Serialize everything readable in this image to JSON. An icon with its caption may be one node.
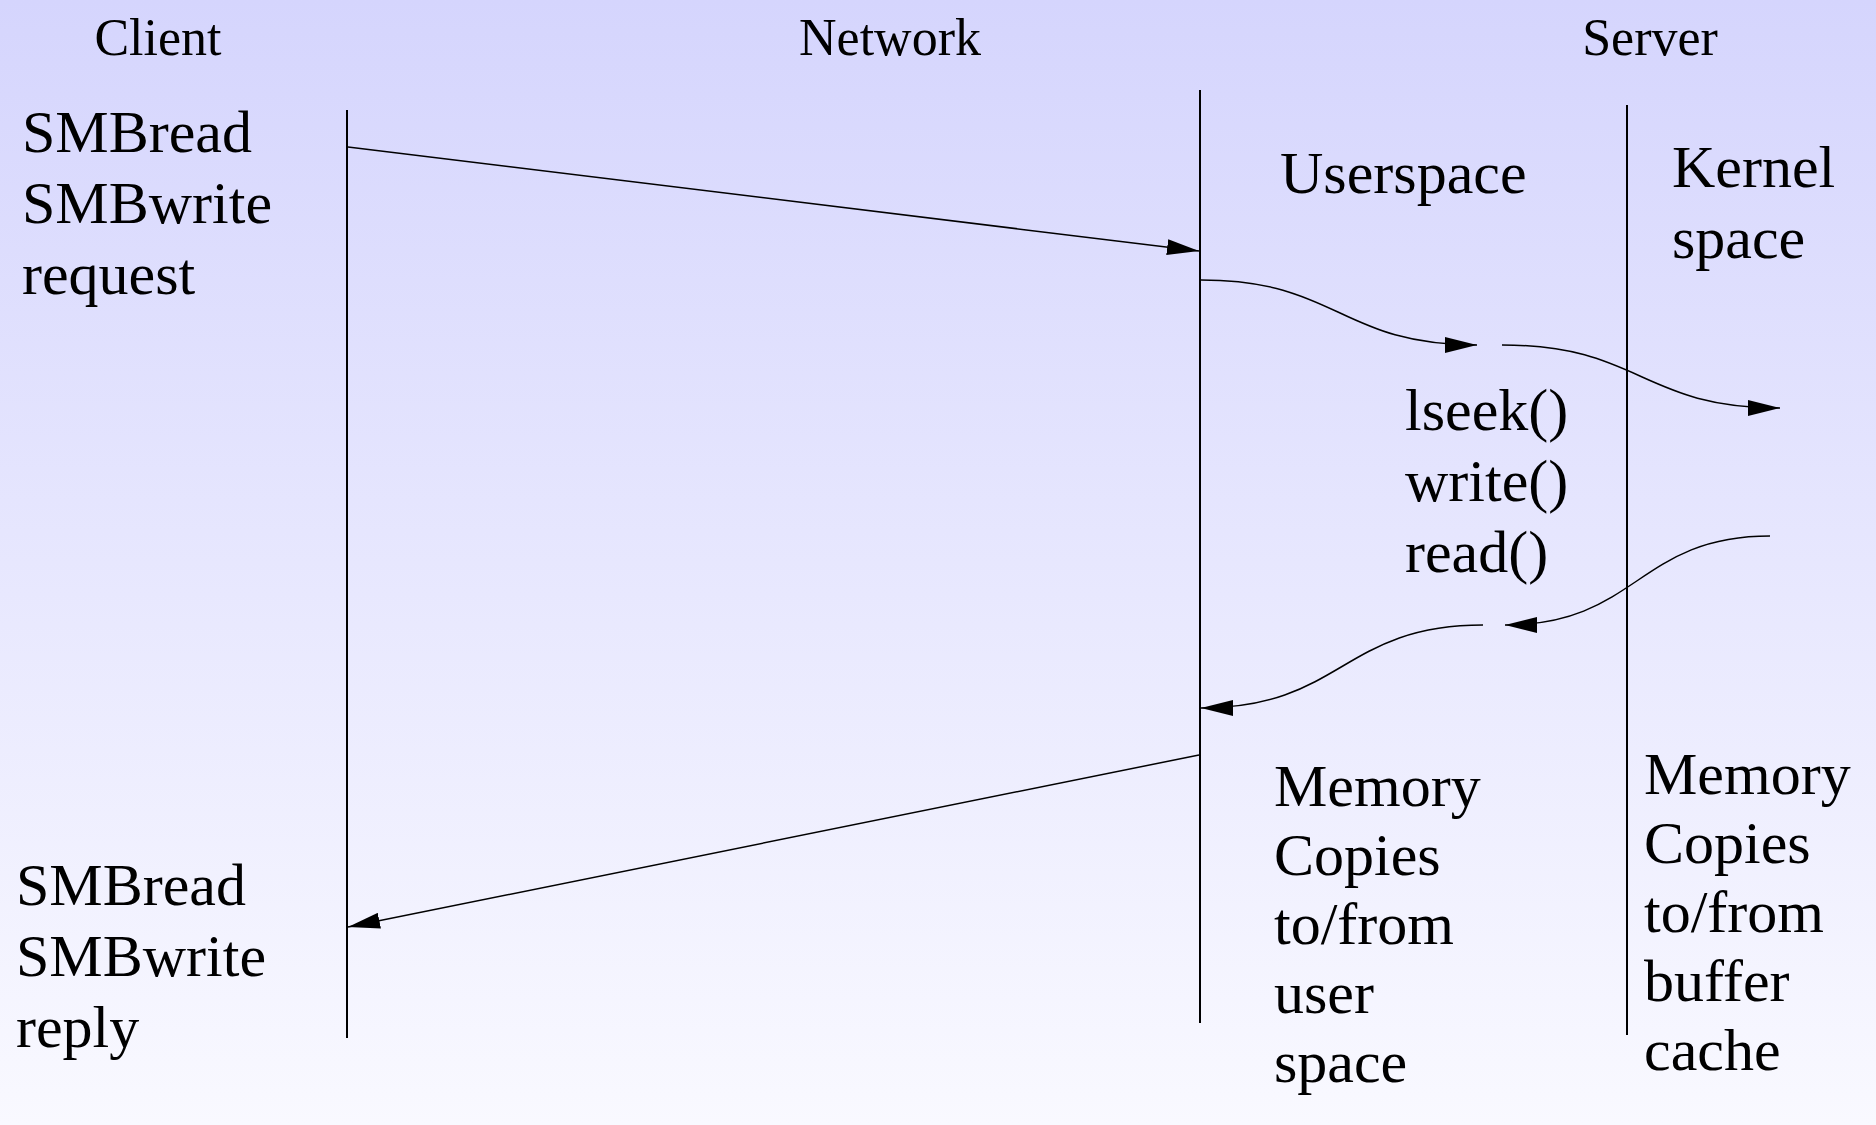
{
  "diagram": {
    "nodes": [
      {
        "text": [
          "Client"
        ]
      },
      {
        "text": [
          "Network"
        ]
      },
      {
        "text": [
          "Server"
        ]
      },
      {
        "text": [
          "SMBread SMBwrite request"
        ]
      },
      {
        "text": [],
        "shape": "line"
      },
      {
        "text": [],
        "shape": "line"
      },
      {
        "text": [
          "Userspace"
        ]
      },
      {
        "text": [],
        "shape": "line"
      },
      {
        "text": [
          "Kernel space"
        ]
      },
      {
        "text": [
          "lseek() write() read()"
        ]
      },
      {
        "text": [
          "SMBread SMBwrite reply"
        ]
      },
      {
        "text": [
          "Memory Copies to/from user space"
        ]
      },
      {
        "text": [
          "Memory Copies to/from buffer cache"
        ]
      }
    ],
    "edges": [
      {
        "from": 4,
        "to": 5,
        "arrow": "to"
      },
      {
        "from": 5,
        "to": 9,
        "arrow": "to"
      },
      {
        "from": 9,
        "to": null,
        "arrow": "to"
      },
      {
        "from": null,
        "to": 9,
        "arrow": "to"
      },
      {
        "from": 9,
        "to": 5,
        "arrow": "to"
      },
      {
        "from": 5,
        "to": 4,
        "arrow": "to"
      }
    ]
  }
}
